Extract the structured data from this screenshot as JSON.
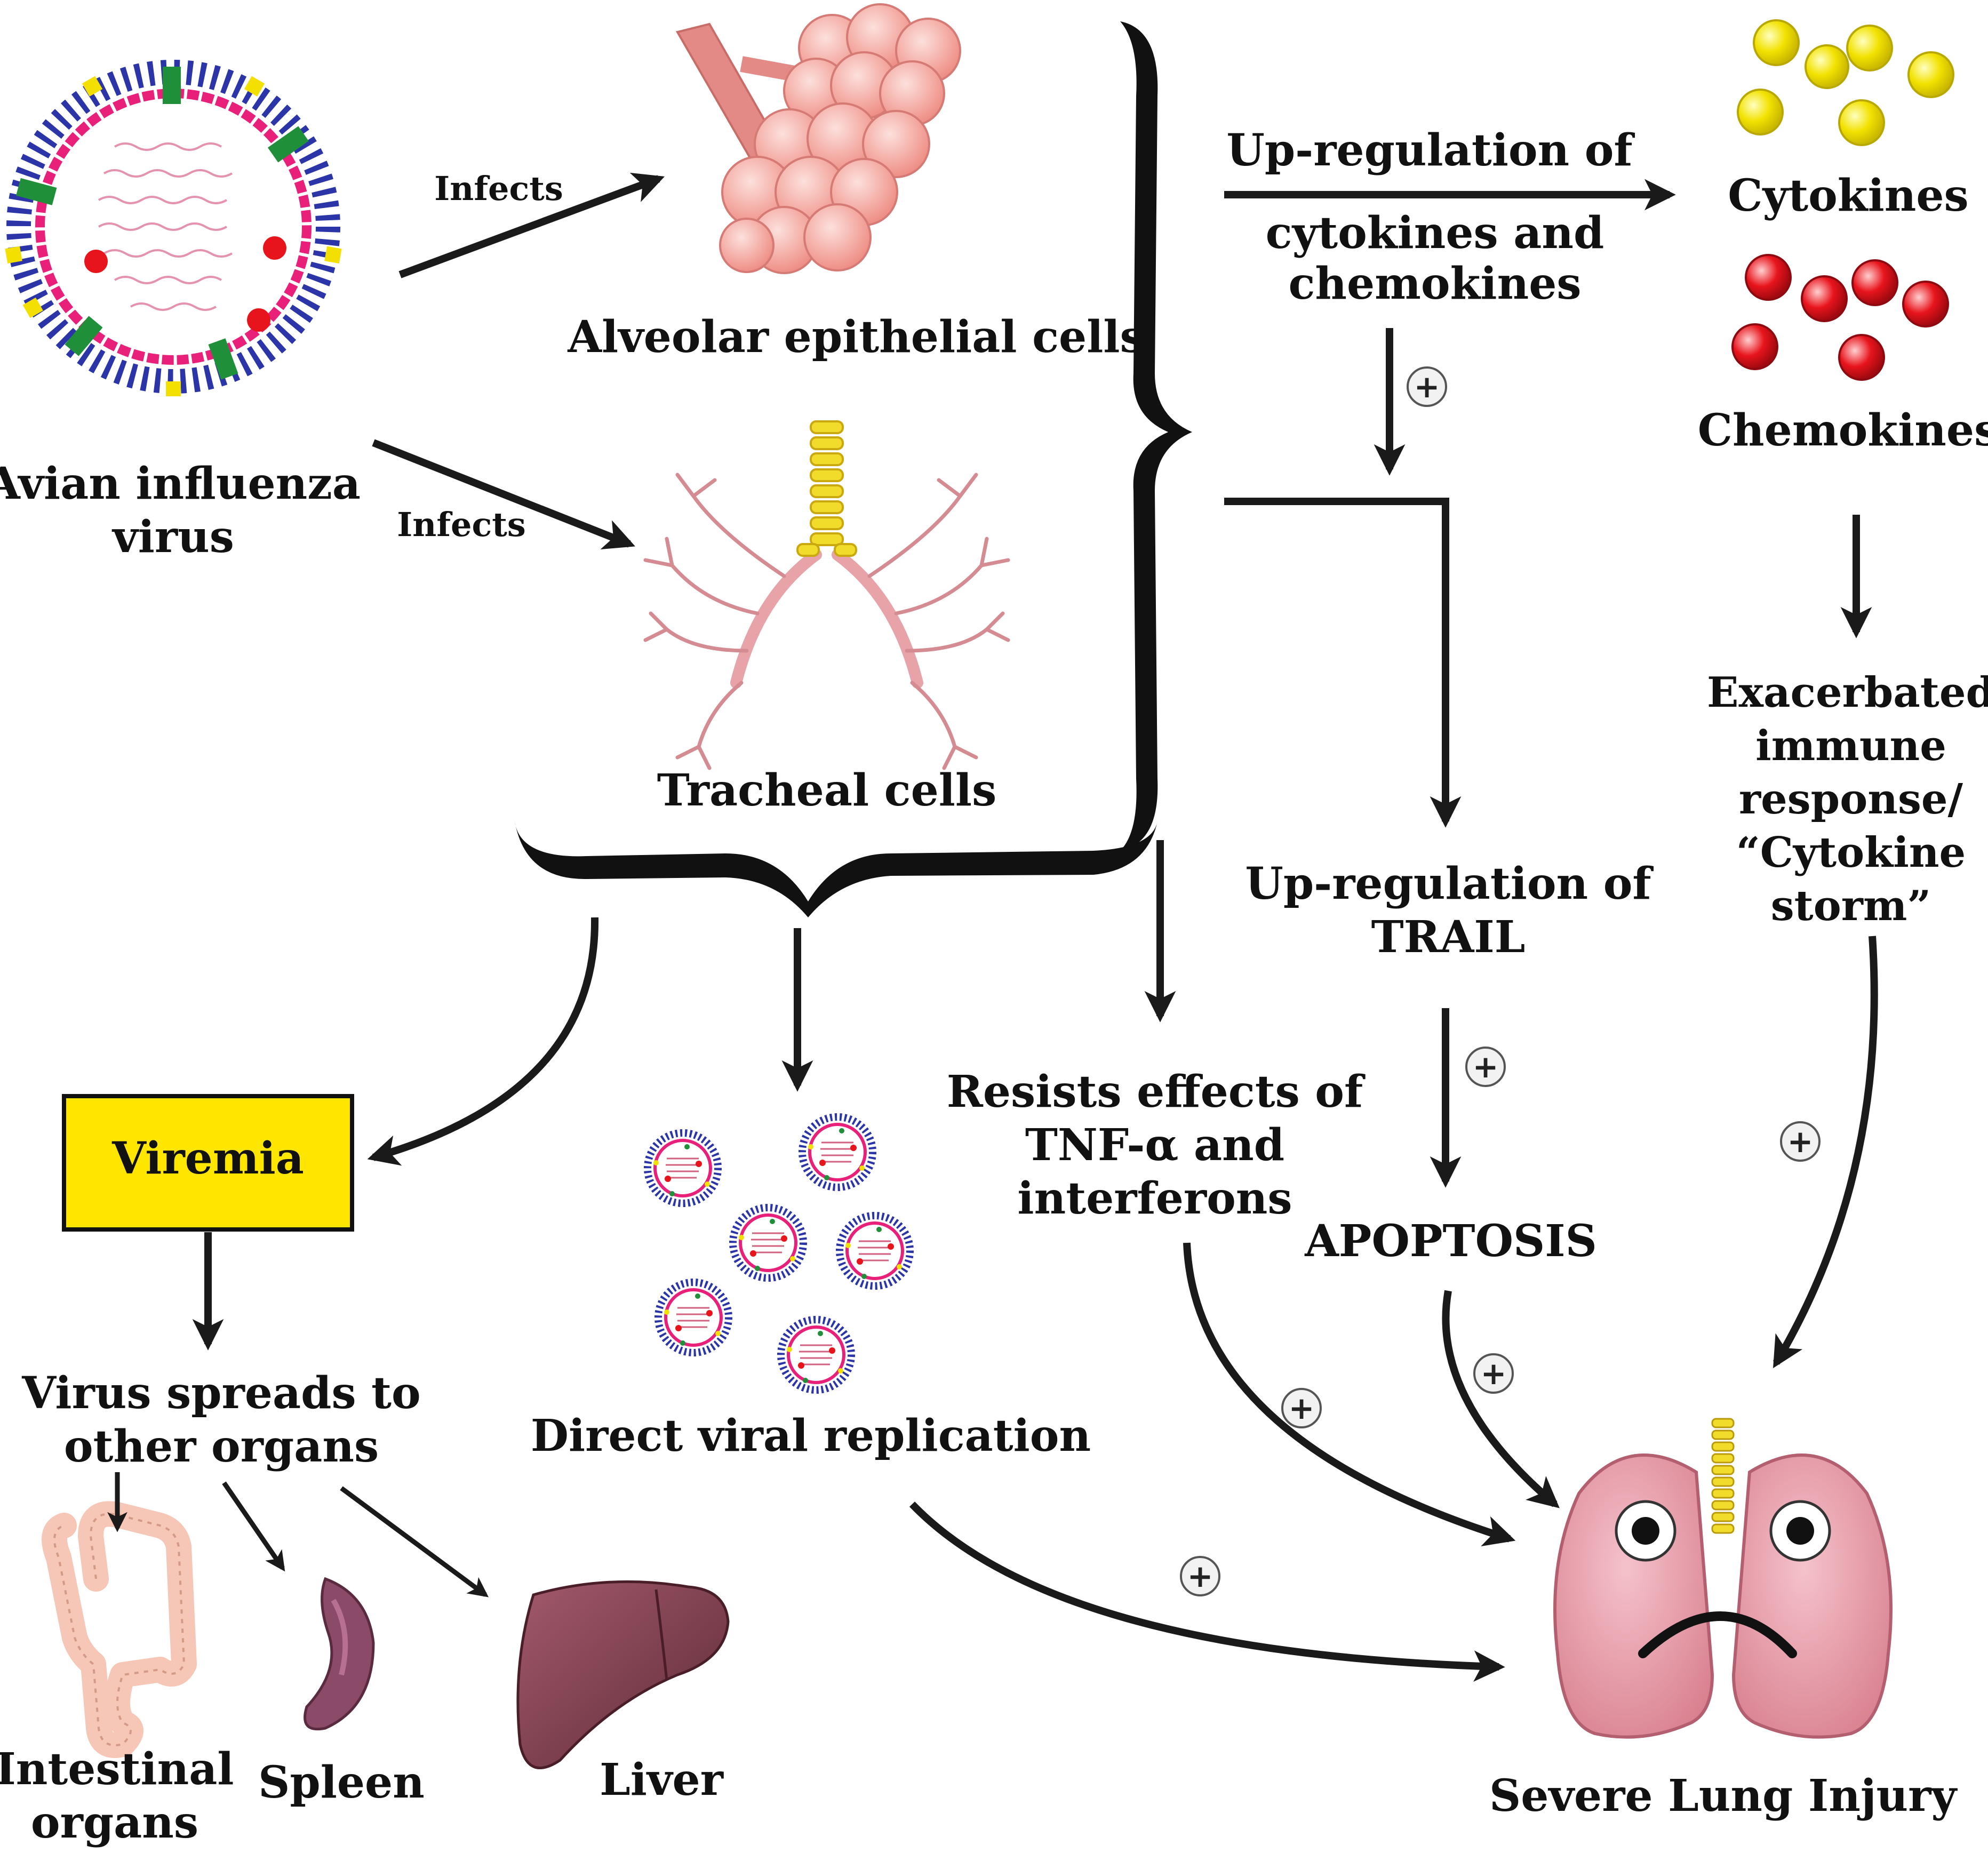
{
  "labels": {
    "avian_line1": "Avian influenza",
    "avian_line2": "virus",
    "infects_top": "Infects",
    "infects_bottom": "Infects",
    "alveolar": "Alveolar epithelial cells",
    "tracheal": "Tracheal cells",
    "upreg_cyto_line1": "Up-regulation of",
    "upreg_cyto_line2": "cytokines and",
    "upreg_cyto_line3": "chemokines",
    "cytokines": "Cytokines",
    "chemokines": "Chemokines",
    "exacerbated_line1": "Exacerbated",
    "exacerbated_line2": "immune",
    "exacerbated_line3": "response/",
    "exacerbated_line4": "“Cytokine",
    "exacerbated_line5": "storm”",
    "upreg_trail_line1": "Up-regulation of",
    "upreg_trail_line2": "TRAIL",
    "resists_line1": "Resists effects of",
    "resists_line2": "TNF-α and",
    "resists_line3": "interferons",
    "apoptosis": "APOPTOSIS",
    "viremia": "Viremia",
    "spreads_line1": "Virus spreads to",
    "spreads_line2": "other organs",
    "direct_replication": "Direct viral replication",
    "intestinal_line1": "Intestinal",
    "intestinal_line2": "organs",
    "spleen": "Spleen",
    "liver": "Liver",
    "severe": "Severe Lung Injury",
    "plus": "+"
  },
  "colors": {
    "arrow": "#1a1a1a",
    "viremia_box": "#ffe600",
    "cytokine": "#f2e200",
    "chemokine": "#e8141c",
    "alveoli": "#f4a9a0",
    "trachea_ring": "#f2dc2b",
    "bronchi": "#e8a3a8",
    "lung": "#e79aa8",
    "liver": "#7c3b4a",
    "spleen": "#8a4a68",
    "intestine": "#f6c6b6",
    "virus_envelope": "#e8207a",
    "virus_spike_blue": "#2b35a8",
    "virus_spike_yellow": "#f3e000",
    "virus_spike_green": "#1f8f3a"
  },
  "icons": [
    "virus-icon",
    "alveoli-icon",
    "trachea-icon",
    "cytokine-icon",
    "chemokine-icon",
    "virions-icon",
    "intestine-icon",
    "spleen-icon",
    "liver-icon",
    "lung-icon",
    "plus-icon"
  ]
}
